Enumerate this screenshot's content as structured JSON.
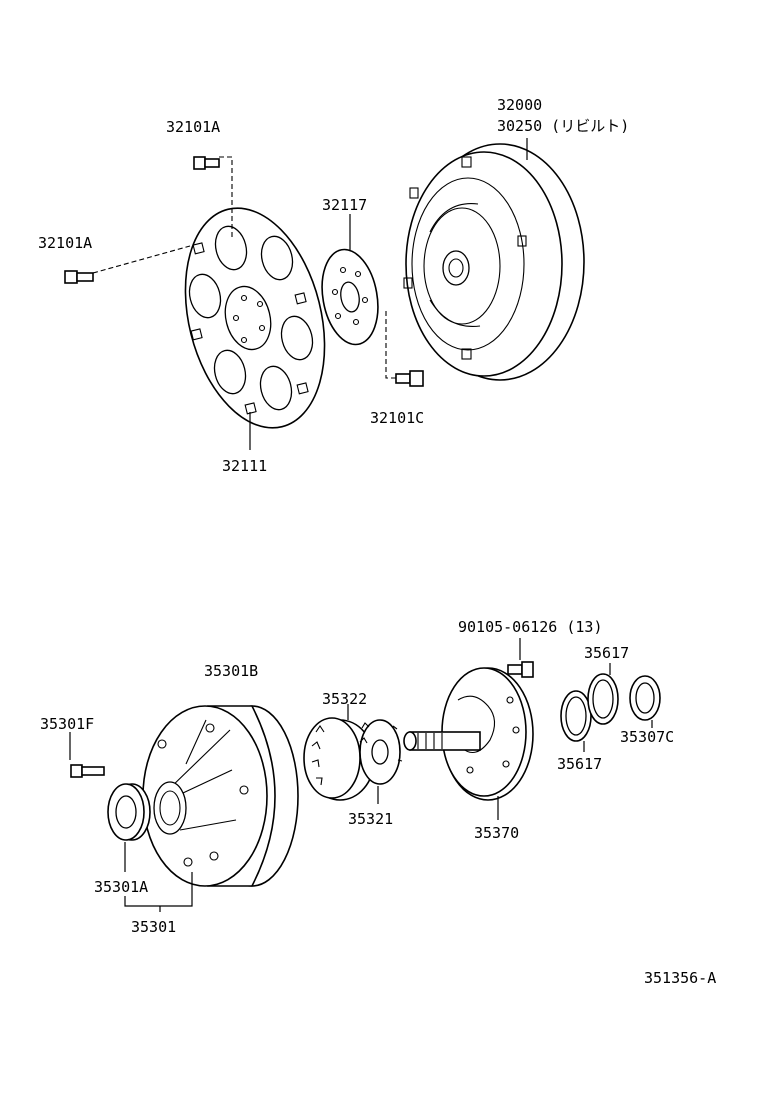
{
  "labels": {
    "bolt_top": "32101A",
    "bolt_left": "32101A",
    "drive_plate": "32111",
    "spacer": "32117",
    "bolt_c": "32101C",
    "converter_1": "32000",
    "converter_2": "30250 (リビルト)",
    "pump_body": "35301B",
    "pump_bolt": "35301F",
    "oil_seal": "35301A",
    "pump_assy": "35301",
    "driven_gear": "35322",
    "drive_gear": "35321",
    "stator_shaft": "35370",
    "stator_bolt": "90105-06126 (13)",
    "seal_ring_top": "35617",
    "seal_ring_bottom": "35617",
    "thrust_washer": "35307C",
    "figure_code": "351356-A"
  }
}
